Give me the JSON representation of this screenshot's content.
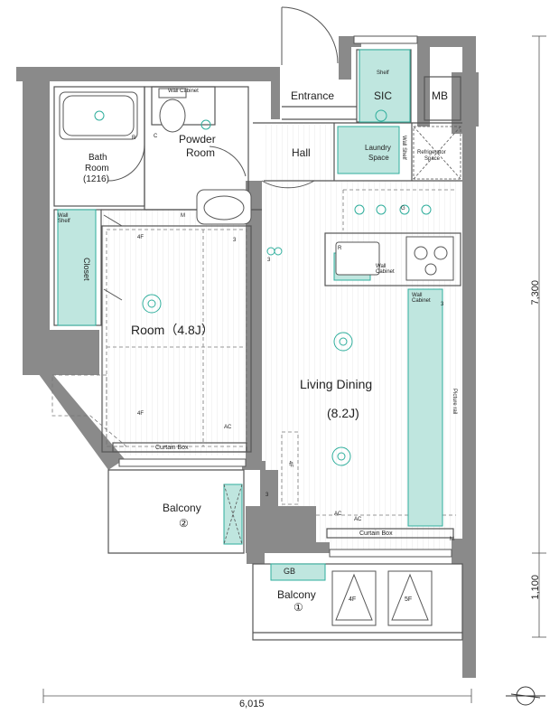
{
  "rooms": {
    "entrance": "Entrance",
    "sic": "SIC",
    "mb": "MB",
    "shelf": "Shelf",
    "hall": "Hall",
    "powder_room_1": "Powder",
    "powder_room_2": "Room",
    "bath_room_1": "Bath",
    "bath_room_2": "Room",
    "bath_room_3": "(1216)",
    "laundry_space_1": "Laundry",
    "laundry_space_2": "Space",
    "refrigerator_space_1": "Refrigerator",
    "refrigerator_space_2": "Space",
    "room": "Room（4.8J）",
    "living_dining_1": "Living Dining",
    "living_dining_2": "(8.2J)",
    "balcony_2": "Balcony",
    "balcony_2_num": "②",
    "balcony_1": "Balcony",
    "balcony_1_num": "①",
    "closet": "Closet"
  },
  "fixtures": {
    "wall_cabinet_top": "Wall Cabinet",
    "wall_shelf": "Wall Shelf",
    "wall_shelf_laundry": "Wall Shelf",
    "wall_cabinet_kitchen": "Wall Cabinet",
    "wall_cabinet_right": "Wall Cabinet",
    "picture_rail": "Picture rail",
    "curtain_box_left": "Curtain Box",
    "curtain_box_right": "Curtain Box",
    "gb": "GB",
    "stair_4f": "4F",
    "stair_5f": "5F"
  },
  "markers": {
    "f4_a": "4F",
    "f4_b": "4F",
    "f4_c": "4F",
    "ac_a": "AC",
    "ac_b": "AC",
    "ac_c": "AC",
    "m_a": "M",
    "m_b": "M",
    "g_a": "G",
    "r_a": "R",
    "r_b": "R",
    "c_a": "C",
    "s3_a": "3",
    "s3_b": "3",
    "s3_c": "3",
    "s3_d": "3"
  },
  "dimensions": {
    "width": "6,015",
    "height_main": "7,300",
    "height_balcony": "1,100"
  },
  "colors": {
    "wall": "#8a8a8a",
    "fixture": "#bfe6df",
    "accent": "#2fae9c",
    "line": "#555555"
  },
  "icons": {
    "north": "north-arrow-icon",
    "stair_up": "stair-triangle-icon"
  }
}
